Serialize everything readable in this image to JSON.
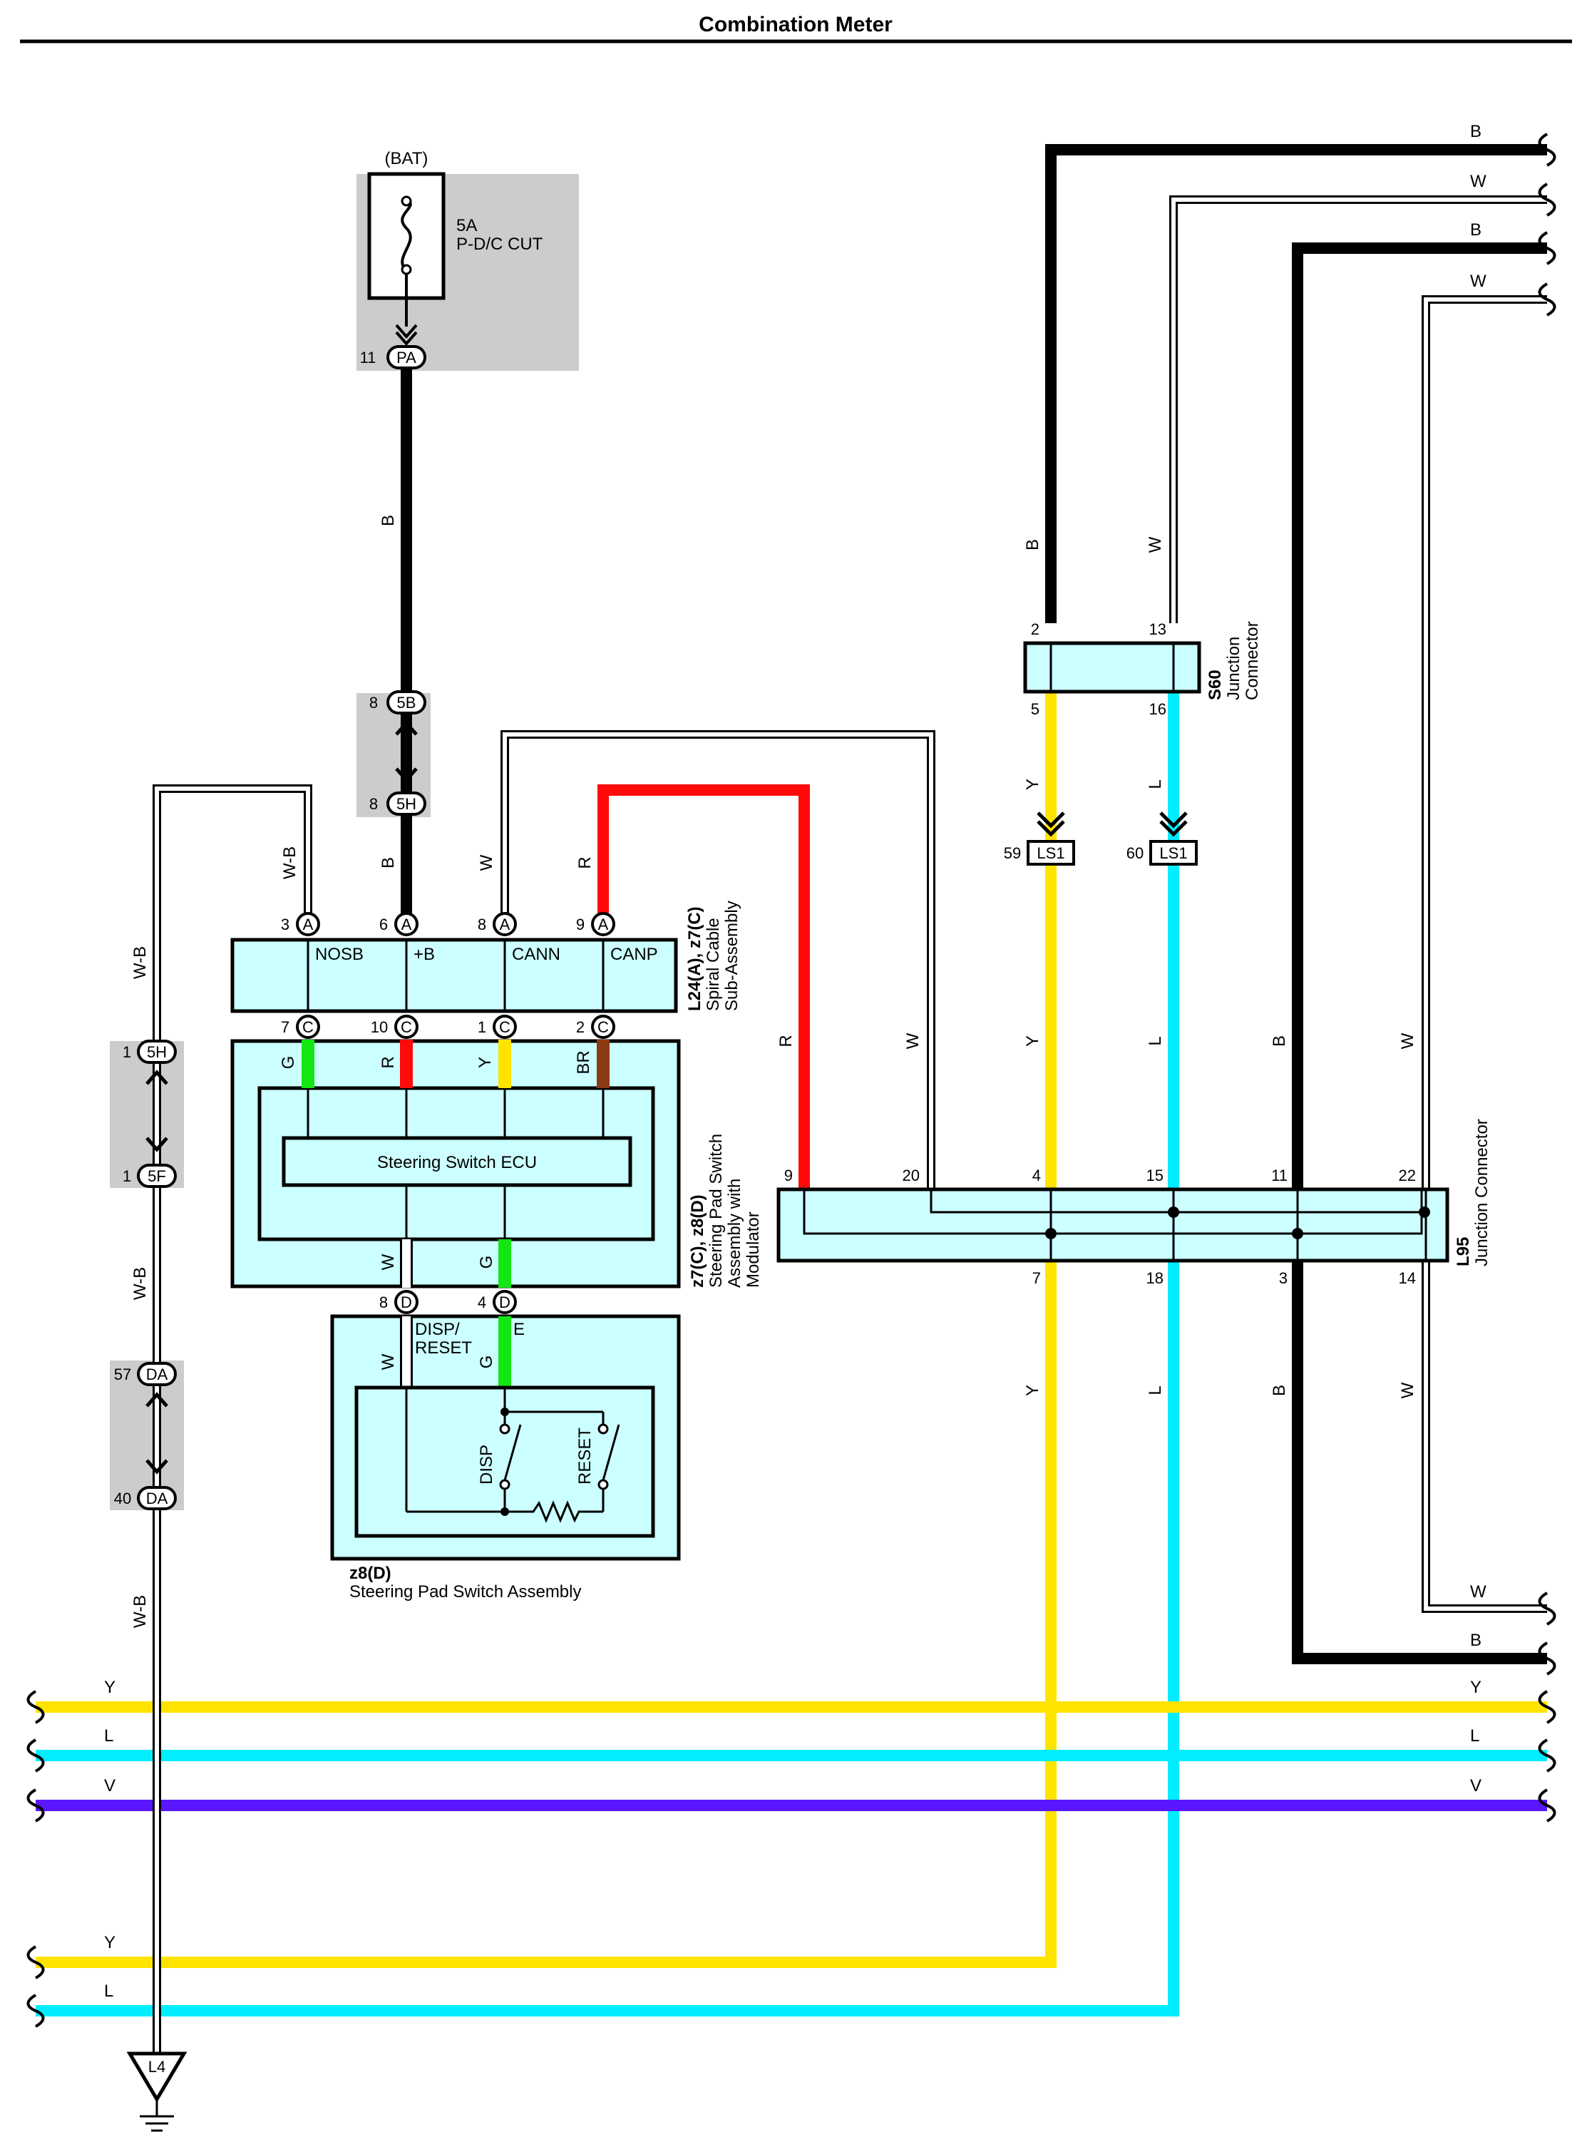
{
  "title": "Combination Meter",
  "colors": {
    "B": "#000000",
    "W": "#ffffff",
    "Y": "#ffe400",
    "L": "#00eeff",
    "V": "#5a16ff",
    "R": "#ff0a0a",
    "G": "#14e614",
    "BR": "#8b3a12",
    "component_fill": "#ccffff",
    "shade": "#cccccc"
  },
  "fuse": {
    "source": "(BAT)",
    "rating": "5A",
    "name": "P-D/C CUT"
  },
  "wire_colors": {
    "B": "B",
    "W": "W",
    "Y": "Y",
    "L": "L",
    "V": "V",
    "R": "R",
    "G": "G",
    "BR": "BR",
    "WB": "W-B"
  },
  "connectors": {
    "PA": {
      "label": "PA",
      "pin": "11"
    },
    "B5": {
      "label": "5B",
      "pin": "8"
    },
    "H5": {
      "label": "5H",
      "pin": "8"
    },
    "H5b": {
      "label": "5H",
      "pin": "1"
    },
    "F5": {
      "label": "5F",
      "pin": "1"
    },
    "DA1": {
      "label": "DA",
      "pin": "57"
    },
    "DA2": {
      "label": "DA",
      "pin": "40"
    },
    "A": {
      "label": "A",
      "pins": [
        "3",
        "6",
        "8",
        "9"
      ]
    },
    "C": {
      "label": "C",
      "pins": [
        "7",
        "10",
        "1",
        "2"
      ]
    },
    "D": {
      "label": "D",
      "pins": [
        "8",
        "4"
      ]
    },
    "LS1a": {
      "label": "LS1",
      "pin": "59"
    },
    "LS1b": {
      "label": "LS1",
      "pin": "60"
    }
  },
  "spiral_cable": {
    "terminals": [
      "NOSB",
      "+B",
      "CANN",
      "CANP"
    ],
    "code": "L24(A), z7(C)",
    "name_line1": "Spiral Cable",
    "name_line2": "Sub-Assembly"
  },
  "pad_switch_modulator": {
    "ecu_label": "Steering Switch ECU",
    "code": "z7(C), z8(D)",
    "name_line1": "Steering Pad Switch",
    "name_line2": "Assembly with",
    "name_line3": "Modulator"
  },
  "pad_switch": {
    "terminal_disp_reset": "DISP/",
    "terminal_disp_reset2": "RESET",
    "terminal_e": "E",
    "switch_disp": "DISP",
    "switch_reset": "RESET",
    "code": "z8(D)",
    "name": "Steering Pad Switch Assembly"
  },
  "s60": {
    "code": "S60",
    "name_line1": "Junction",
    "name_line2": "Connector",
    "pins_top": [
      "2",
      "13"
    ],
    "pins_bottom": [
      "5",
      "16"
    ]
  },
  "l95": {
    "code": "L95",
    "name": "Junction Connector",
    "pins_top": [
      "9",
      "20",
      "4",
      "15",
      "11",
      "22"
    ],
    "pins_bottom": [
      "7",
      "18",
      "3",
      "14"
    ]
  },
  "ground": {
    "label": "L4"
  }
}
